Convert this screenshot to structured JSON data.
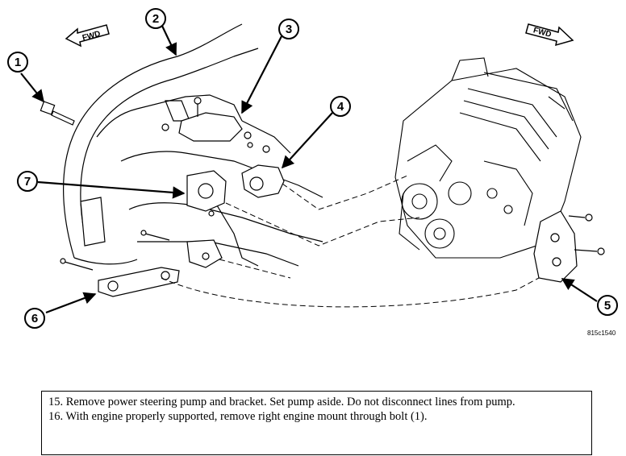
{
  "fwd_arrows": [
    {
      "label": "FWD",
      "direction": "left"
    },
    {
      "label": "FWD",
      "direction": "right"
    }
  ],
  "callouts": [
    "1",
    "2",
    "3",
    "4",
    "5",
    "6",
    "7"
  ],
  "figure_ref": "815c1540",
  "instructions": [
    "15. Remove power steering pump and bracket. Set pump aside. Do not disconnect lines from pump.",
    "16. With engine properly supported, remove right engine mount through bolt (1)."
  ]
}
